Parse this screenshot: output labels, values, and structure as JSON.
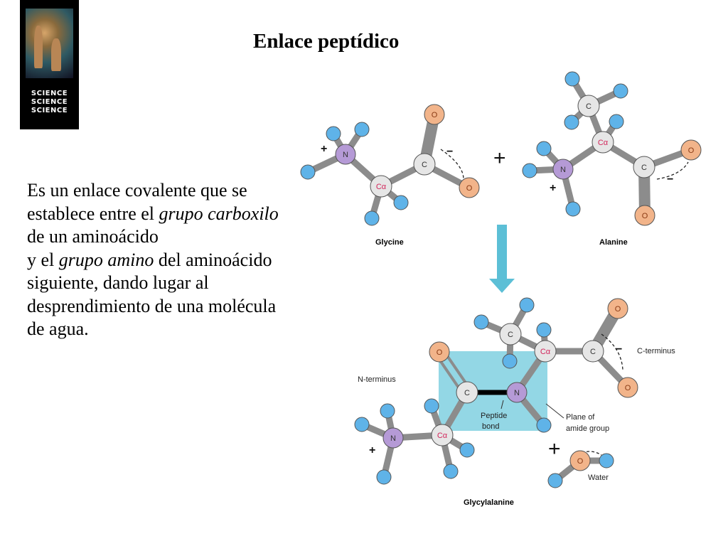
{
  "logo": {
    "words": [
      "SCIENCE",
      "SCIENCE",
      "SCIENCE"
    ]
  },
  "title": "Enlace peptídico",
  "description": {
    "p1": "Es un enlace covalente que se establece entre el ",
    "em1": "grupo carboxilo",
    "p2": " de un aminoácido",
    "p3": "y el ",
    "em2": "grupo amino",
    "p4": " del aminoácido siguiente, dando lugar al desprendimiento de una molécula de agua."
  },
  "diagram": {
    "names": {
      "glycine": "Glycine",
      "alanine": "Alanine",
      "product": "Glycylalanine"
    },
    "labels": {
      "n_terminus": "N-terminus",
      "c_terminus": "C-terminus",
      "peptide_bond": [
        "Peptide",
        "bond"
      ],
      "plane": [
        "Plane of",
        "amide group"
      ],
      "water": "Water"
    },
    "atoms": {
      "N": "N",
      "C": "C",
      "O": "O",
      "Ca": "Cα"
    },
    "charges": {
      "plus": "+",
      "minus": "−"
    },
    "colors": {
      "hydrogen": "#5fb3e8",
      "nitrogen": "#b59ad6",
      "carbon": "#e6e6e6",
      "oxygen": "#f2b48a",
      "bond": "#8c8c8c",
      "amide_plane": "#6fc9dc",
      "arrow": "#5cbfd6",
      "atom_text": "#d2245a"
    }
  }
}
